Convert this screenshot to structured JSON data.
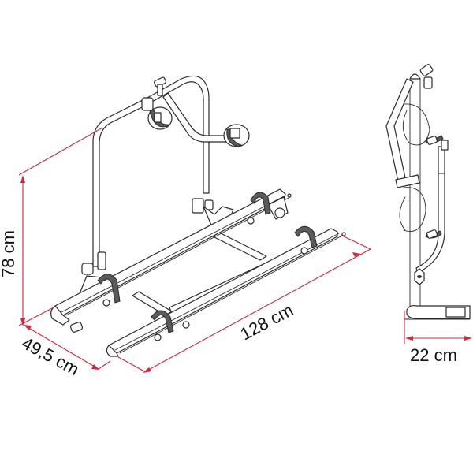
{
  "diagram": {
    "subject": "caravan bike rack technical drawing",
    "colors": {
      "dimension_line": "#d9243a",
      "outline": "#2a2a2a",
      "strap": "#5a5a5a",
      "background": "#ffffff",
      "text": "#111111"
    },
    "views": [
      {
        "name": "perspective-view",
        "description": "Isometric view of two-bike rack with frame, two wheel rails, wheel straps, and frame clamps"
      },
      {
        "name": "side-view",
        "description": "Side profile of folded rack with clamps and bottom support"
      }
    ],
    "dimensions": {
      "height": {
        "label": "78 cm",
        "value": 78,
        "unit": "cm"
      },
      "depth": {
        "label": "49,5 cm",
        "value": 49.5,
        "unit": "cm"
      },
      "width": {
        "label": "128 cm",
        "value": 128,
        "unit": "cm"
      },
      "side_depth": {
        "label": "22 cm",
        "value": 22,
        "unit": "cm"
      }
    }
  }
}
